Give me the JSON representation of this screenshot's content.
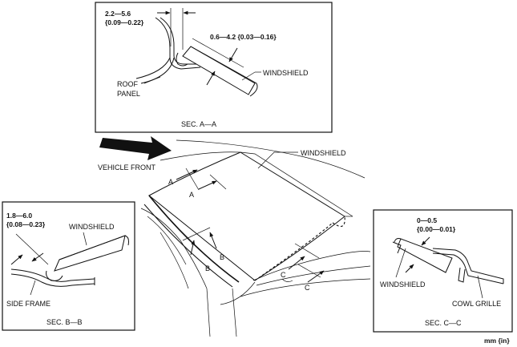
{
  "section_aa": {
    "title": "SEC. A—A",
    "dim_top_line1": "2.2—5.6",
    "dim_top_line2": "{0.09—0.22}",
    "dim_gap": "0.6—4.2 {0.03—0.16}",
    "label_windshield": "WINDSHIELD",
    "label_roof_line1": "ROOF",
    "label_roof_line2": "PANEL"
  },
  "section_bb": {
    "title": "SEC. B—B",
    "dim_line1": "1.8—6.0",
    "dim_line2": "{0.08—0.23}",
    "label_windshield": "WINDSHIELD",
    "label_side_frame": "SIDE FRAME"
  },
  "section_cc": {
    "title": "SEC. C—C",
    "dim_line1": "0—0.5",
    "dim_line2": "{0.00—0.01}",
    "label_windshield": "WINDSHIELD",
    "label_cowl": "COWL GRILLE"
  },
  "main_view": {
    "label_windshield": "WINDSHIELD",
    "label_vehicle_front": "VEHICLE FRONT",
    "marker_a": "A",
    "marker_b": "B",
    "marker_c": "C"
  },
  "units_label": "mm {in}"
}
